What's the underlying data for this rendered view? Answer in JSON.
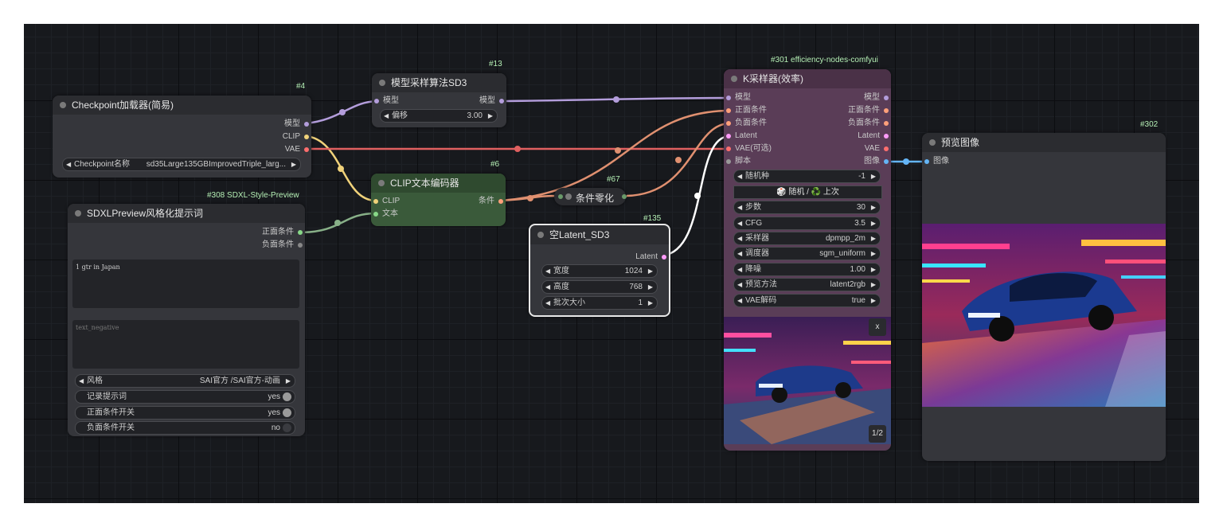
{
  "colors": {
    "model": "#b39ddb",
    "clip": "#f0d27a",
    "vae": "#ff6e6e",
    "conditioning": "#ffa07a",
    "latent": "#ff9cf9",
    "image": "#64b5f6",
    "string": "#88d888"
  },
  "nodes": {
    "checkpoint": {
      "id": "#4",
      "title": "Checkpoint加载器(简易)",
      "outputs": [
        "模型",
        "CLIP",
        "VAE"
      ],
      "widget_label": "Checkpoint名称",
      "widget_value": "sd35Large135GBImprovedTriple_larg..."
    },
    "sampling": {
      "id": "#13",
      "title": "模型采样算法SD3",
      "input": "模型",
      "output": "模型",
      "widget_label": "偏移",
      "widget_value": "3.00"
    },
    "clip_encode": {
      "id": "#6",
      "title": "CLIP文本编码器",
      "inputs": [
        "CLIP",
        "文本"
      ],
      "output": "条件"
    },
    "zero_out": {
      "id": "#67",
      "title": "条件零化"
    },
    "empty_latent": {
      "id": "#135",
      "title": "空Latent_SD3",
      "output": "Latent",
      "widgets": [
        {
          "label": "宽度",
          "value": "1024"
        },
        {
          "label": "高度",
          "value": "768"
        },
        {
          "label": "批次大小",
          "value": "1"
        }
      ]
    },
    "style_prompt": {
      "id": "#308 SDXL-Style-Preview",
      "title": "SDXLPreview风格化提示词",
      "outputs": [
        "正面条件",
        "负面条件"
      ],
      "positive_text": "1 gtr in Japan",
      "negative_placeholder": "text_negative",
      "style_label": "风格",
      "style_value": "SAI官方 /SAI官方-动画",
      "toggles": [
        {
          "label": "记录提示词",
          "value": "yes"
        },
        {
          "label": "正面条件开关",
          "value": "yes"
        },
        {
          "label": "负面条件开关",
          "value": "no"
        }
      ]
    },
    "ksampler": {
      "id": "#301 efficiency-nodes-comfyui",
      "title": "K采样器(效率)",
      "inputs": [
        "模型",
        "正面条件",
        "负面条件",
        "Latent",
        "VAE(可选)",
        "脚本"
      ],
      "outputs": [
        "模型",
        "正面条件",
        "负面条件",
        "Latent",
        "VAE",
        "图像"
      ],
      "seed_label": "随机种",
      "seed_value": "-1",
      "random_button": "🎲 随机 / ♻️ 上次",
      "widgets": [
        {
          "label": "步数",
          "value": "30"
        },
        {
          "label": "CFG",
          "value": "3.5"
        },
        {
          "label": "采样器",
          "value": "dpmpp_2m"
        },
        {
          "label": "调度器",
          "value": "sgm_uniform"
        },
        {
          "label": "降噪",
          "value": "1.00"
        },
        {
          "label": "预览方法",
          "value": "latent2rgb"
        },
        {
          "label": "VAE解码",
          "value": "true"
        }
      ],
      "close_label": "x",
      "page_label": "1/2"
    },
    "preview": {
      "id": "#302",
      "title": "预览图像",
      "input": "图像"
    }
  }
}
